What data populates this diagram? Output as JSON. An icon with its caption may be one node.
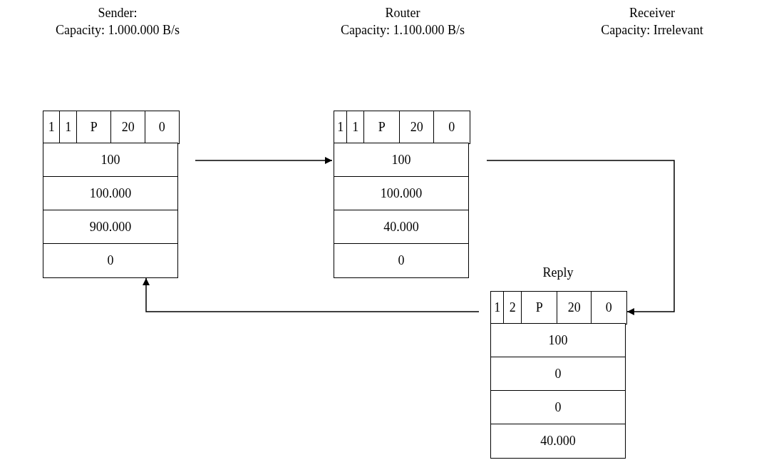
{
  "diagram": {
    "nodes": [
      {
        "text": [
          "1",
          "1",
          "P",
          "20",
          "0",
          "100",
          "100.000",
          "900.000",
          "0"
        ]
      },
      {
        "text": [
          "1",
          "1",
          "P",
          "20",
          "0",
          "100",
          "100.000",
          "40.000",
          "0"
        ]
      },
      {
        "text": [
          "1",
          "2",
          "P",
          "20",
          "0",
          "100",
          "0",
          "0",
          "40.000"
        ],
        "beside": [
          "Reply"
        ]
      }
    ],
    "edges": [
      {
        "from": 0,
        "to": 1,
        "arrow": "to"
      },
      {
        "from": 1,
        "to": 2,
        "arrow": "to"
      },
      {
        "from": 2,
        "to": 0,
        "arrow": "to"
      }
    ],
    "labels": [
      "Sender:",
      "Capacity: 1.000.000 B/s",
      "Router",
      "Capacity: 1.100.000 B/s",
      "Receiver",
      "Capacity: Irrelevant"
    ]
  }
}
